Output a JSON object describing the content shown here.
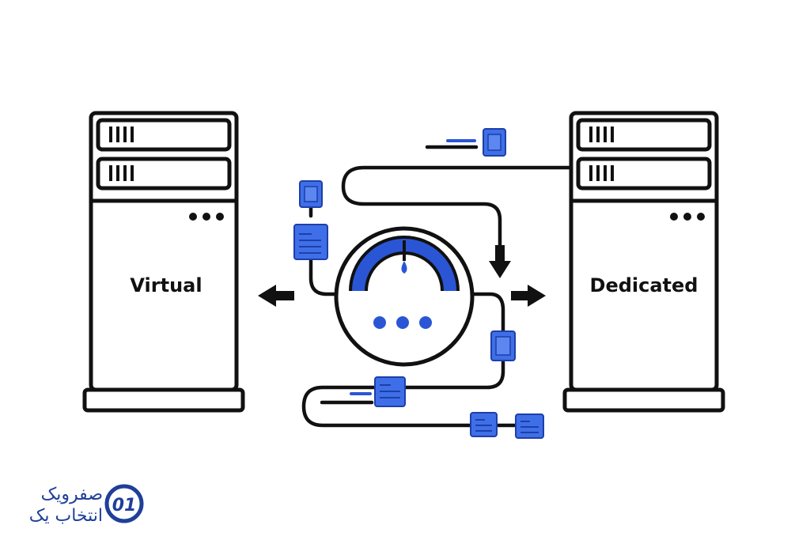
{
  "servers": {
    "left_label": "Virtual",
    "right_label": "Dedicated"
  },
  "logo": {
    "line1": "صفرویک",
    "line2": "انتخاب یک",
    "mark": "01"
  },
  "colors": {
    "stroke": "#111111",
    "accent": "#2a56d6",
    "accent_light": "#3f6fe8",
    "brand": "#1f3f99"
  },
  "icons": [
    "server-icon",
    "gauge-icon",
    "document-icon",
    "arrow-left-icon",
    "arrow-right-icon",
    "arrow-down-icon"
  ]
}
